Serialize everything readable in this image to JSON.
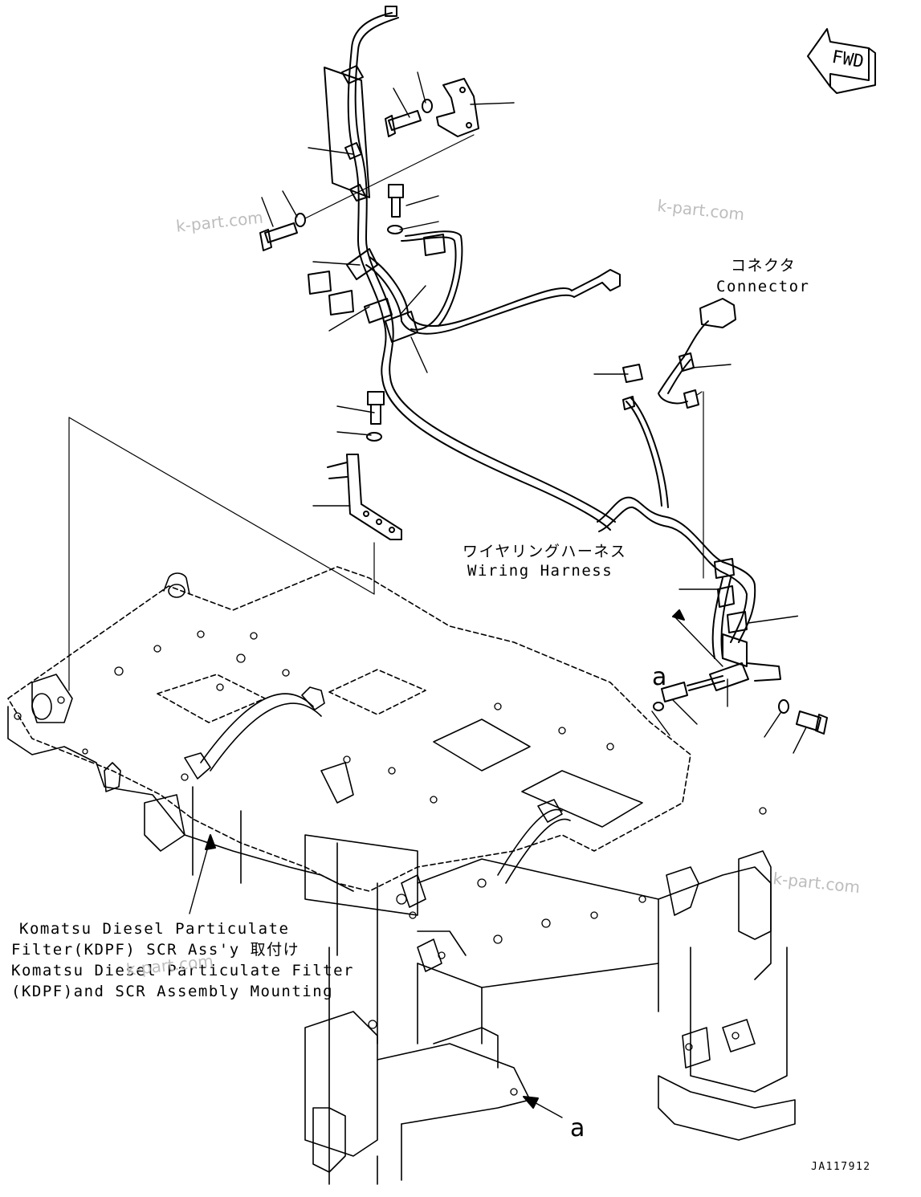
{
  "direction_badge": {
    "label": "FWD",
    "icon": "forward-arrow-icon"
  },
  "watermark": "k-part.com",
  "labels": {
    "connector_jp": "コネクタ",
    "connector_en": "Connector",
    "harness_jp": "ワイヤリングハーネス",
    "harness_en": "Wiring Harness",
    "mount_line1": "Komatsu Diesel Particulate",
    "mount_line2": "Filter(KDPF) SCR Ass'y 取付け",
    "mount_line3": "Komatsu Diesel Particulate Filter",
    "mount_line4": "(KDPF)and SCR Assembly Mounting"
  },
  "callouts": {
    "a_top": "a",
    "a_bottom": "a"
  },
  "drawing_code": "JA117912"
}
